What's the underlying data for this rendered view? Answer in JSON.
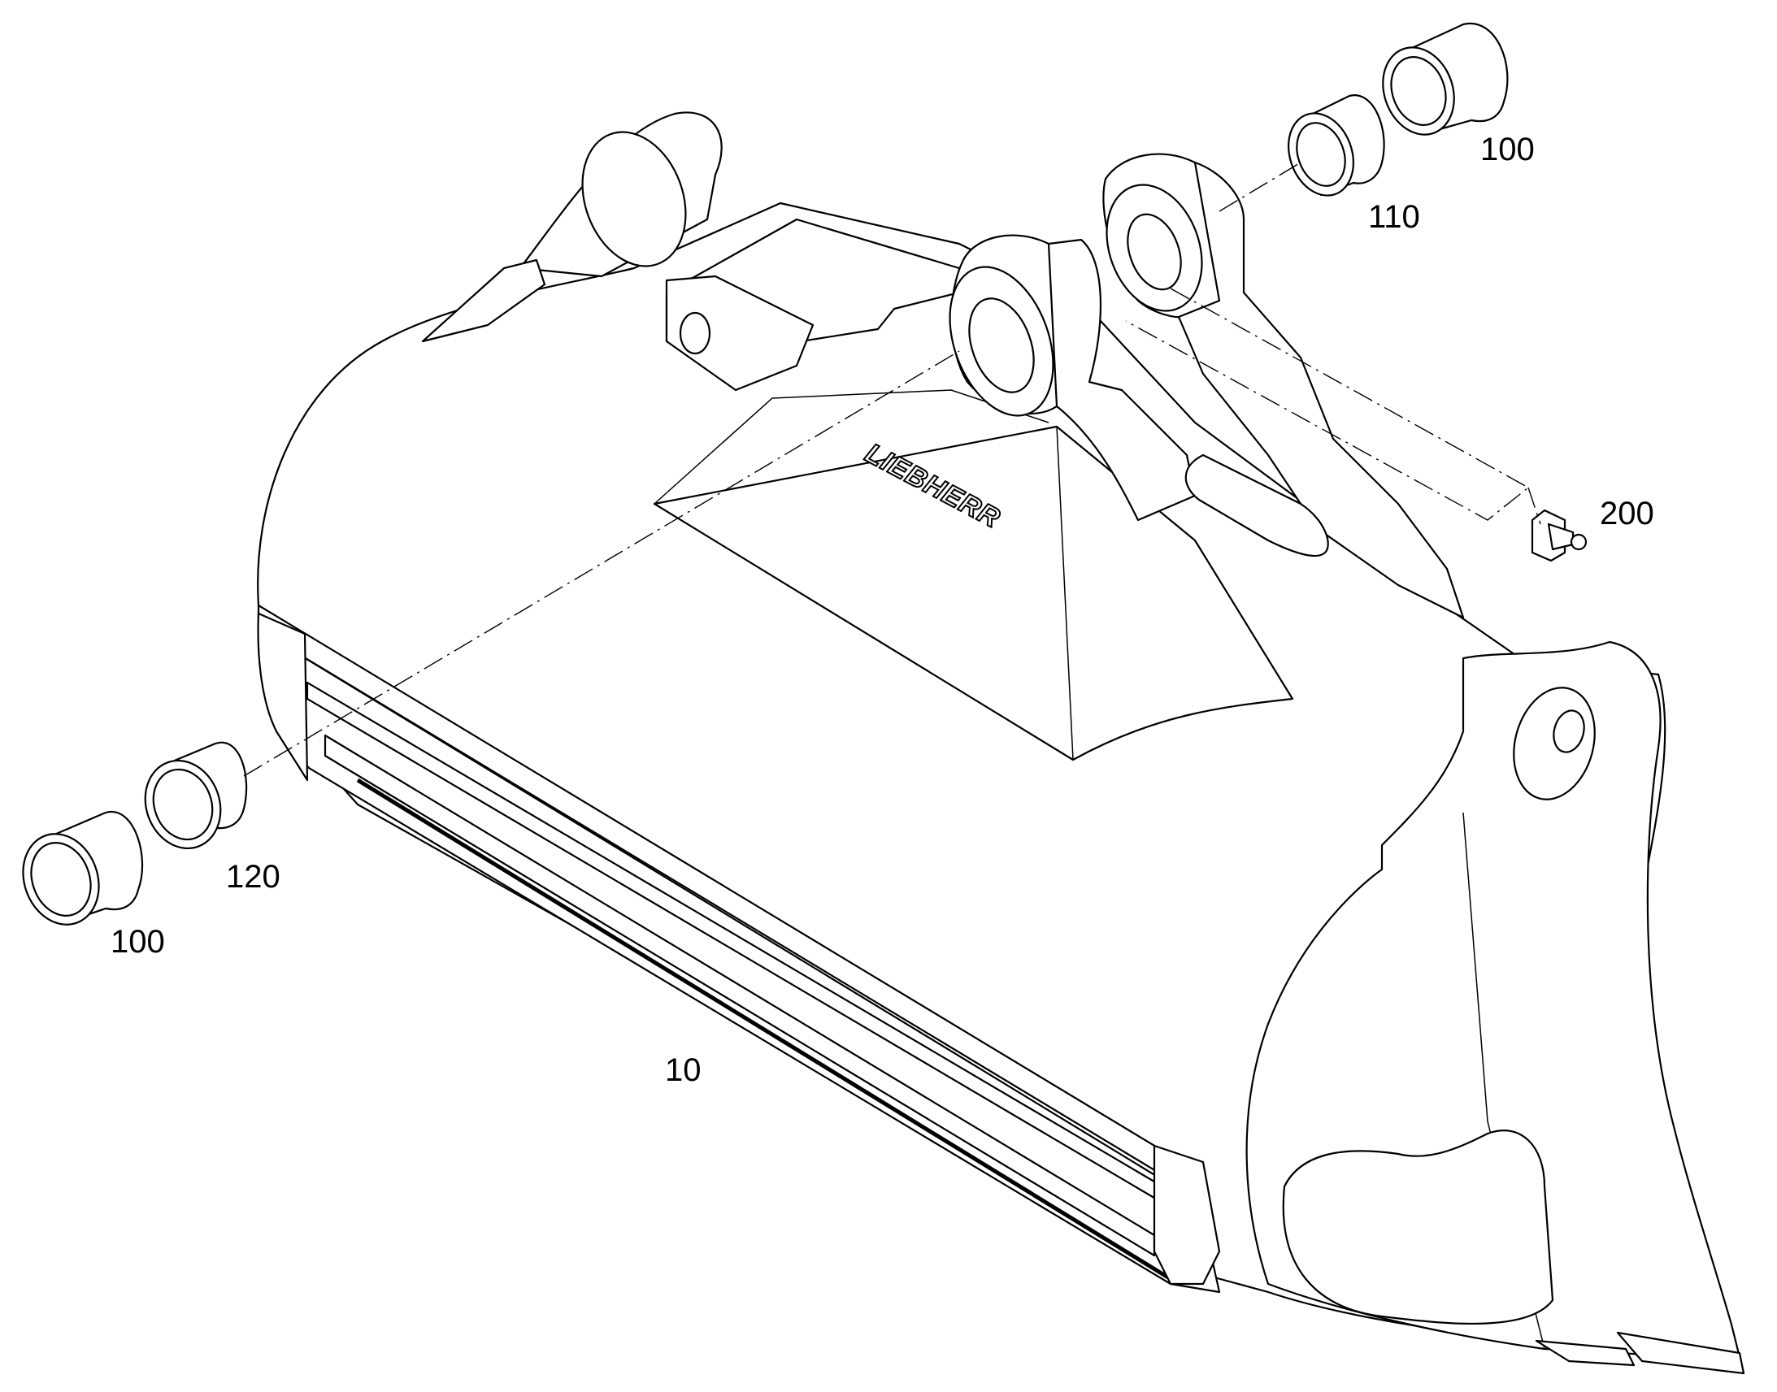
{
  "drawing": {
    "brand_logo": "LIEBHERR",
    "callouts": [
      {
        "id": "bucket",
        "label": "10"
      },
      {
        "id": "bushing-top-outer",
        "label": "100"
      },
      {
        "id": "bushing-top-inner",
        "label": "110"
      },
      {
        "id": "grease-nipple",
        "label": "200"
      },
      {
        "id": "bushing-left-inner",
        "label": "120"
      },
      {
        "id": "bushing-left-outer",
        "label": "100"
      }
    ]
  }
}
